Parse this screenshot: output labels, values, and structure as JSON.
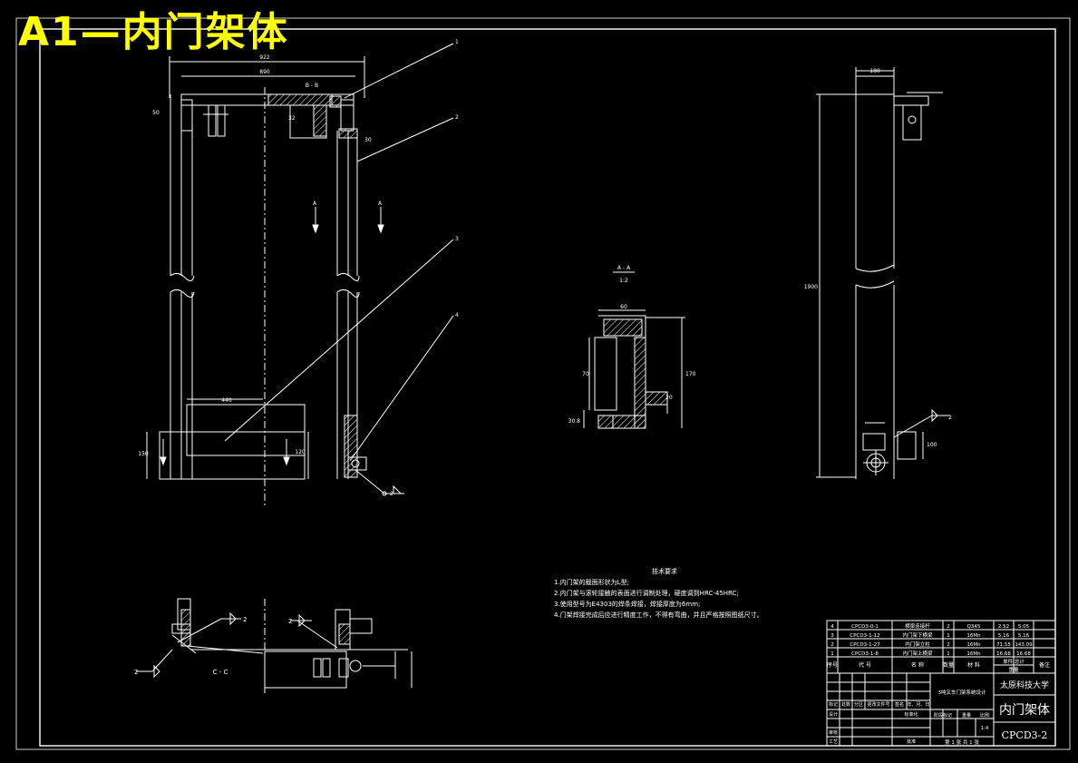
{
  "title": "A1—内门架体",
  "part_labels": [
    "1",
    "2",
    "3",
    "4"
  ],
  "dims": {
    "top_overall": "922",
    "top_inner": "890",
    "top_left": "50",
    "top_bracket_a": "32",
    "top_bracket_b": "30",
    "lower_block": "440",
    "lower_block_h": "120",
    "lower_left_h": "150",
    "side_top": "180",
    "side_height": "1900",
    "side_bracket": "100",
    "section_w": "60",
    "section_h_left": "70",
    "section_h_right": "170",
    "section_flange": "20",
    "section_bottom": "30.8"
  },
  "section_views": {
    "view_a_mark": "A",
    "view_a_title": "A - A",
    "view_a_scale": "1:2",
    "view_b_mark": "B - B",
    "view_c_title": "C - C"
  },
  "weld_symbols": [
    "2",
    "2",
    "2",
    "2",
    "2"
  ],
  "tech_requirements": {
    "heading": "技术要求",
    "items": [
      "1.内门架的截面形状为L型;",
      "2.内门架与滚轮接触的表面进行调制处理，硬度调到HRC-45HRC;",
      "3.使用型号为E4303的焊条焊接，焊接厚度为6mm;",
      "4.门架焊接完成后应进行精度工作，不得有弯曲，并且严格按照图纸尺寸。"
    ]
  },
  "bom": {
    "rows": [
      {
        "no": "4",
        "code": "CPCD3-0-1",
        "name": "横梁连接杆",
        "qty": "2",
        "material": "Q345",
        "unit": "2.52",
        "total": "5.05"
      },
      {
        "no": "3",
        "code": "CPCD3-1-12",
        "name": "内门架下横梁",
        "qty": "1",
        "material": "16Mn",
        "unit": "5.16",
        "total": "5.16"
      },
      {
        "no": "2",
        "code": "CPCD3-1-27",
        "name": "内门架立柱",
        "qty": "2",
        "material": "16Mn",
        "unit": "71.55",
        "total": "143.09"
      },
      {
        "no": "1",
        "code": "CPCD3-1-8",
        "name": "内门架上横梁",
        "qty": "1",
        "material": "16Mn",
        "unit": "16.68",
        "total": "16.68"
      }
    ],
    "headers": {
      "no": "序号",
      "code": "代  号",
      "name": "名  称",
      "qty": "数量",
      "material": "材  料",
      "weight": "单件 总计",
      "weight_sub": "重量",
      "note": "备注"
    }
  },
  "title_block": {
    "school": "太原科技大学",
    "project": "3吨叉车门架系统设计",
    "drawing_name": "内门架体",
    "drawing_code": "CPCD3-2",
    "scale": "1:4",
    "sheet": "第 1 张  共 1 张",
    "cells": [
      "标记",
      "处数",
      "分区",
      "更改文件号",
      "签名",
      "年、月、日",
      "设计",
      "标准化",
      "审核",
      "工艺",
      "批准",
      "阶段标记",
      "重量",
      "比例"
    ]
  },
  "colors": {
    "bg": "#000000",
    "line": "#ffffff",
    "title": "#ffff00",
    "hatch": "#ffffff"
  }
}
